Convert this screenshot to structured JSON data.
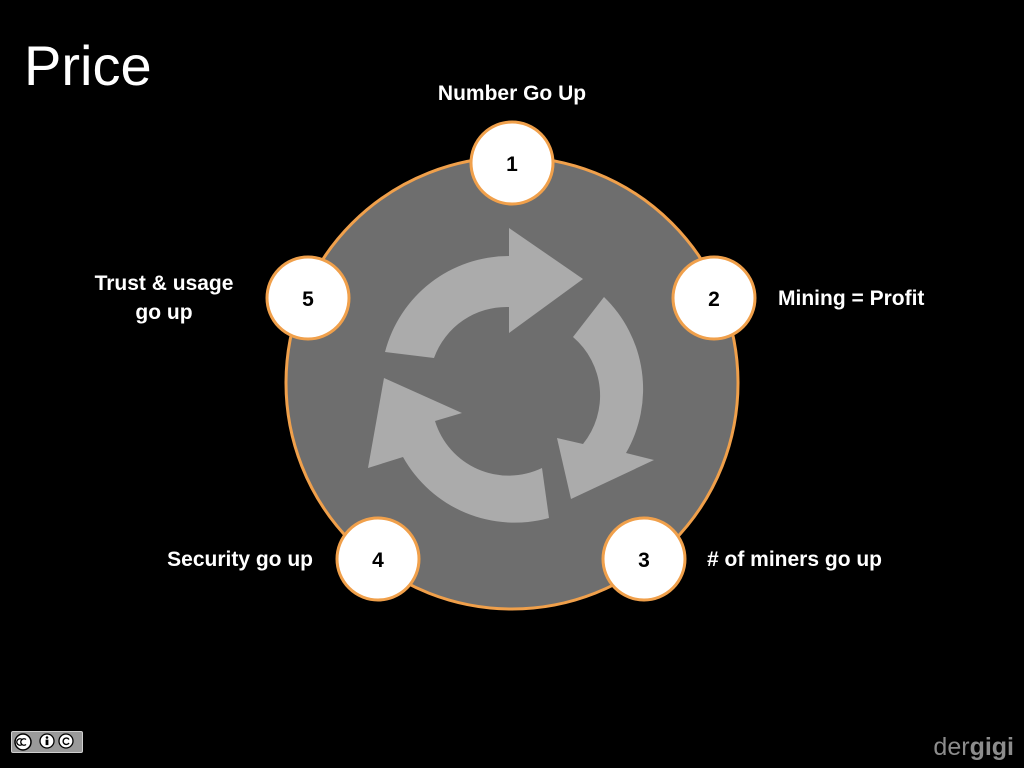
{
  "title": "Price",
  "colors": {
    "background": "#000000",
    "circle_fill": "#6e6e6e",
    "accent_stroke": "#f0a04b",
    "arrow_fill": "#ababab",
    "node_fill": "#ffffff",
    "text": "#ffffff"
  },
  "cycle": {
    "icon": "cycle-arrows-icon",
    "steps": [
      {
        "number": "1",
        "label": "Number Go Up"
      },
      {
        "number": "2",
        "label": "Mining = Profit"
      },
      {
        "number": "3",
        "label": "# of miners go up"
      },
      {
        "number": "4",
        "label": "Security go up"
      },
      {
        "number": "5",
        "label_line1": "Trust & usage",
        "label_line2": "go up"
      }
    ]
  },
  "footer": {
    "license_icon": "cc-by-sa-icon",
    "brand_light": "der",
    "brand_bold": "gigi"
  }
}
